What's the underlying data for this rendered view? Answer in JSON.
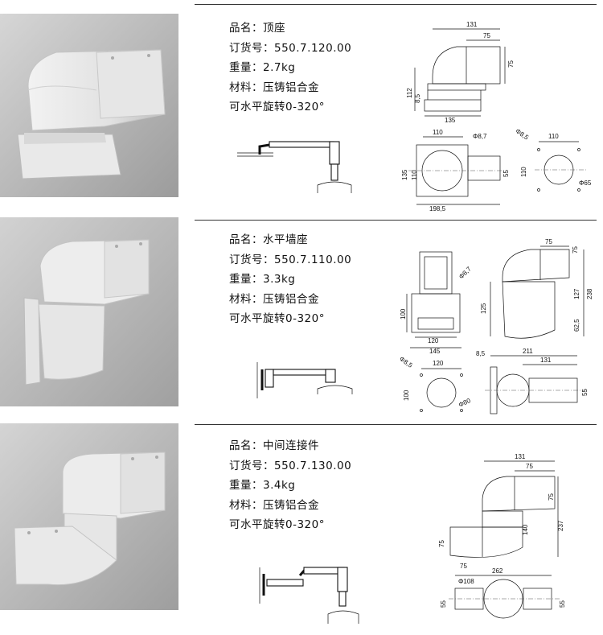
{
  "products": [
    {
      "name": "品名：顶座",
      "order": "订货号：550.7.120.00",
      "weight": "重量：2.7kg",
      "material": "材料：压铸铝合金",
      "rotation": "可水平旋转0-320°",
      "dims": {
        "d131": "131",
        "d75a": "75",
        "d75b": "75",
        "d112": "112",
        "d85": "8,5",
        "d135a": "135",
        "d110a": "110",
        "phi87": "Φ8,7",
        "phi85": "Φ8,5",
        "d110b": "110",
        "d135b": "135",
        "d110c": "110",
        "d55": "55",
        "d110d": "110",
        "d1985": "198,5",
        "phi65": "Φ65"
      }
    },
    {
      "name": "品名：水平墙座",
      "order": "订货号：550.7.110.00",
      "weight": "重量：3.3kg",
      "material": "材料：压铸铝合金",
      "rotation": "可水平旋转0-320°",
      "dims": {
        "phi87": "Φ8,7",
        "d75a": "75",
        "d75b": "75",
        "d100a": "100",
        "d125": "125",
        "d127": "127",
        "d238": "238",
        "d625": "62,5",
        "d120a": "120",
        "d145": "145",
        "phi85": "Φ8,5",
        "d120b": "120",
        "d100b": "100",
        "phi80": "Φ80",
        "d85": "8,5",
        "d211": "211",
        "d131": "131",
        "d55": "55"
      }
    },
    {
      "name": "品名：中间连接件",
      "order": "订货号：550.7.130.00",
      "weight": "重量：3.4kg",
      "material": "材料：压铸铝合金",
      "rotation": "可水平旋转0-320°",
      "dims": {
        "d131": "131",
        "d75a": "75",
        "d75b": "75",
        "d140": "140",
        "d237": "237",
        "d75c": "75",
        "d75d": "75",
        "d262": "262",
        "phi108": "Φ108",
        "d55a": "55",
        "d55b": "55"
      }
    }
  ]
}
